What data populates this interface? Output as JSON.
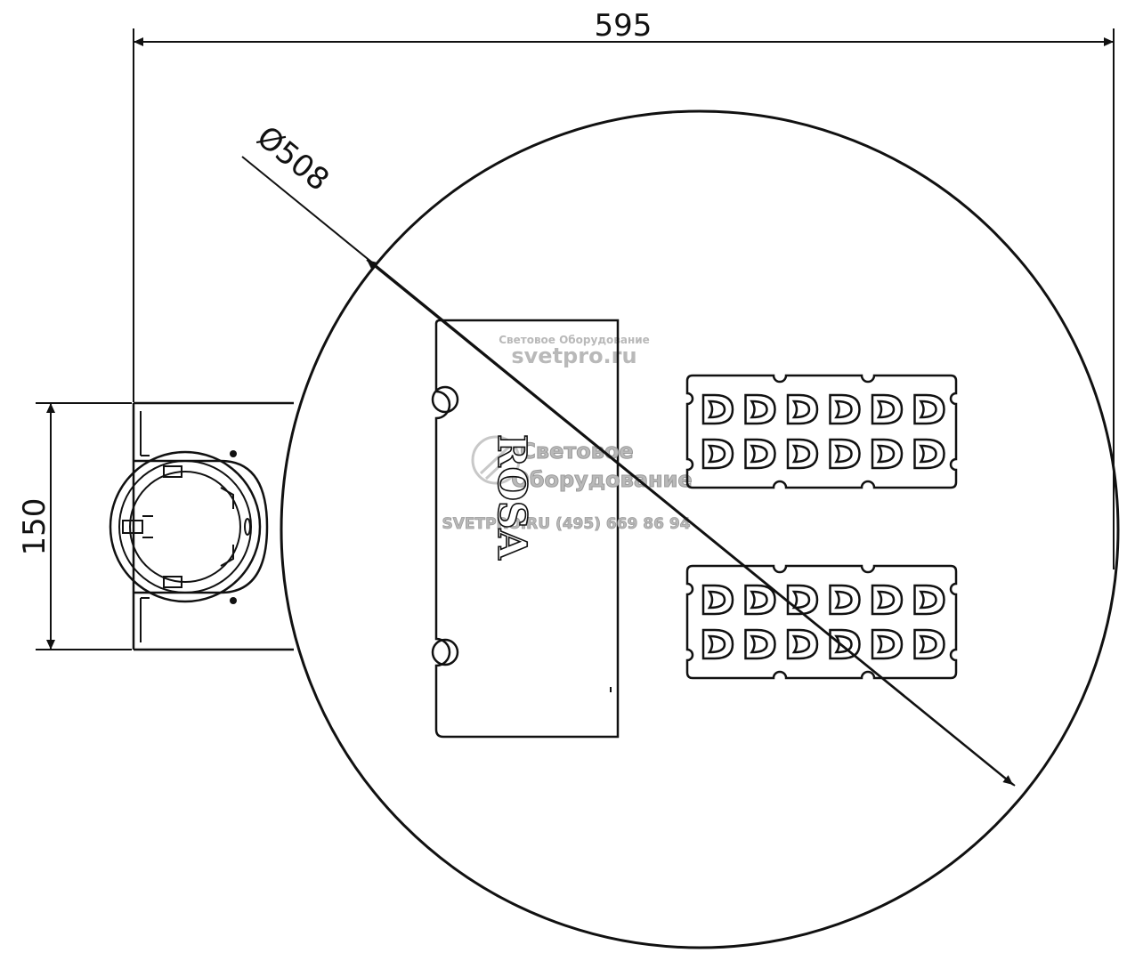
{
  "dimensions": {
    "overall_width": "595",
    "diameter": "Ø508",
    "mount_height": "150"
  },
  "watermark": {
    "line1": "Световое Оборудование",
    "line2": "svetpro.ru",
    "center_line1": "Световое",
    "center_line2": "Оборудование",
    "center_line3": "SVETPRO.RU  (495) 669 86 94"
  },
  "logo": {
    "brand": "ROSA"
  },
  "led_modules": {
    "count": 2,
    "rows_per_module": 2,
    "lenses_per_row": 6
  }
}
